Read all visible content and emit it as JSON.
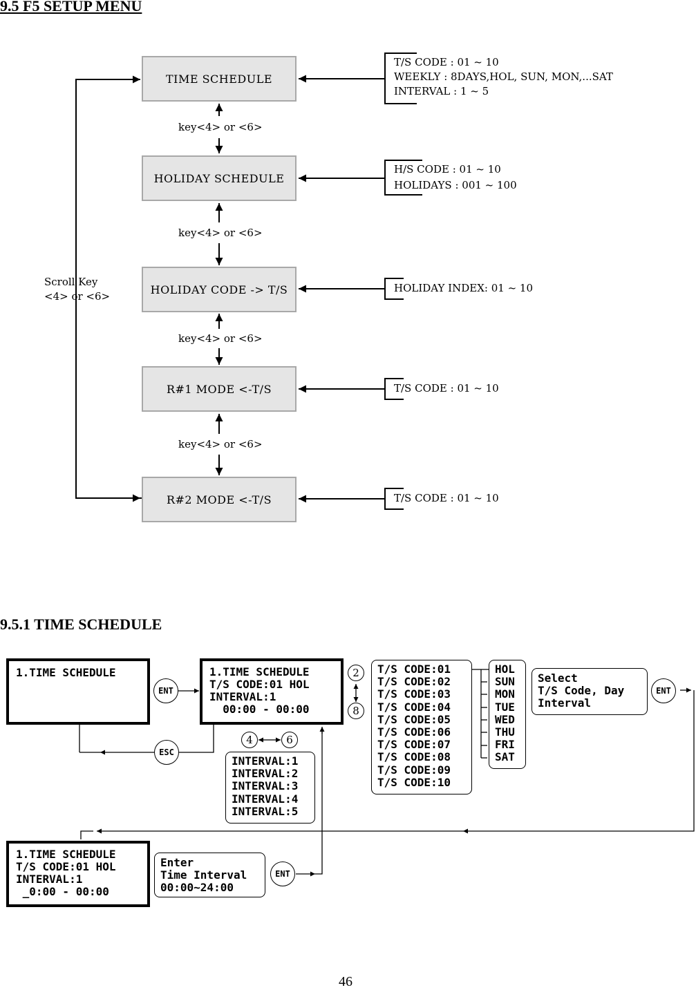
{
  "section_title": "9.5 F5 SETUP MENU",
  "subsection_title": "9.5.1 TIME SCHEDULE",
  "page_number": "46",
  "menu": {
    "boxes": [
      "TIME SCHEDULE",
      "HOLIDAY SCHEDULE",
      "HOLIDAY CODE -> T/S",
      "R#1 MODE <-T/S",
      "R#2 MODE <-T/S"
    ],
    "key_labels": [
      "key<4> or <6>",
      "key<4> or <6>",
      "key<4> or <6>",
      "key<4> or <6>"
    ],
    "scroll_key": [
      "Scroll Key",
      "<4> or <6>"
    ],
    "params": {
      "time_schedule": [
        "T/S CODE :  01 ~ 10",
        "WEEKLY : 8DAYS,HOL, SUN, MON,...SAT",
        "INTERVAL : 1 ~ 5"
      ],
      "holiday_schedule": [
        "H/S CODE :  01 ~ 10",
        "HOLIDAYS : 001 ~ 100"
      ],
      "holiday_code": [
        "HOLIDAY INDEX:  01 ~ 10"
      ],
      "r1_mode": [
        "T/S CODE :  01 ~ 10"
      ],
      "r2_mode": [
        "T/S CODE :  01 ~ 10"
      ]
    }
  },
  "ts_diagram": {
    "lcd1": [
      "1.TIME SCHEDULE"
    ],
    "lcd2": [
      "1.TIME SCHEDULE",
      "T/S CODE:01 HOL",
      "INTERVAL:1",
      "  00:00 - 00:00"
    ],
    "lcd3": [
      "1.TIME SCHEDULE",
      "T/S CODE:01 HOL",
      "INTERVAL:1",
      " _0:00 - 00:00"
    ],
    "keys": {
      "ent": "ENT",
      "esc": "ESC",
      "k2": "2",
      "k8": "8",
      "k4": "4",
      "k6": "6"
    },
    "intervals": [
      "INTERVAL:1",
      "INTERVAL:2",
      "INTERVAL:3",
      "INTERVAL:4",
      "INTERVAL:5"
    ],
    "ts_codes": [
      "T/S CODE:01",
      "T/S CODE:02",
      "T/S CODE:03",
      "T/S CODE:04",
      "T/S CODE:05",
      "T/S CODE:06",
      "T/S CODE:07",
      "T/S CODE:08",
      "T/S CODE:09",
      "T/S CODE:10"
    ],
    "days": [
      "HOL",
      "SUN",
      "MON",
      "TUE",
      "WED",
      "THU",
      "FRI",
      "SAT"
    ],
    "select_note": [
      "Select",
      "T/S Code, Day",
      "Interval"
    ],
    "enter_note": [
      "Enter",
      "Time Interval",
      "00:00~24:00"
    ]
  }
}
